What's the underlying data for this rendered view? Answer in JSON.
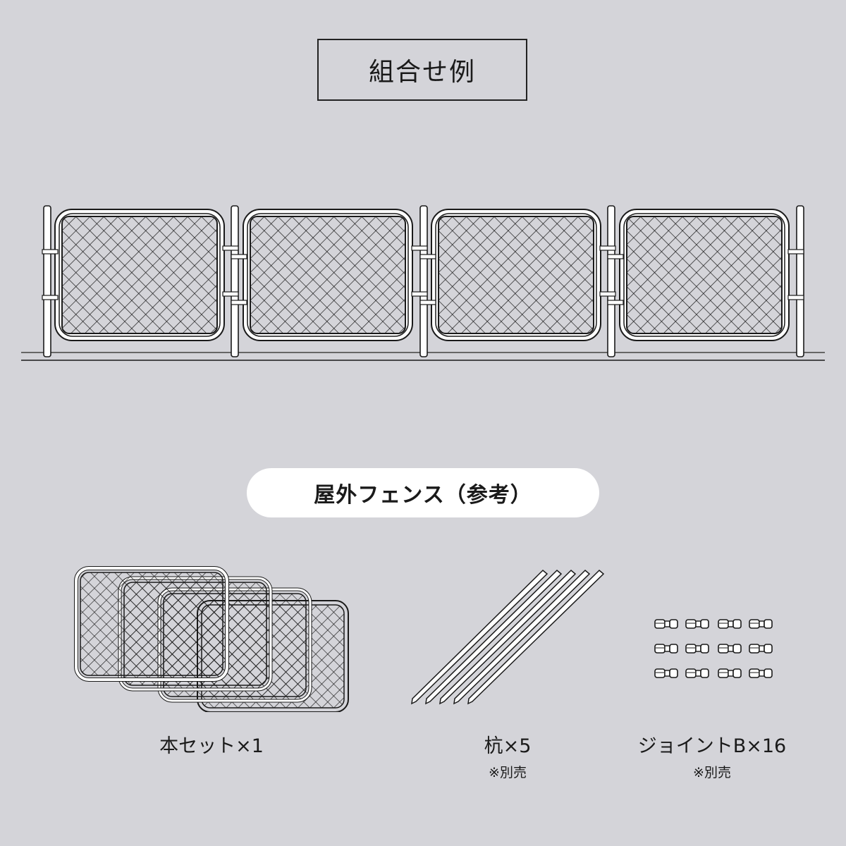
{
  "heading": {
    "title": "組合せ例"
  },
  "illustration": {
    "panels": 4,
    "posts": 5,
    "description": "fence-combination-example"
  },
  "section": {
    "label": "屋外フェンス（参考）"
  },
  "items": [
    {
      "name": "本セット×1",
      "note": ""
    },
    {
      "name": "杭×5",
      "note": "※別売"
    },
    {
      "name": "ジョイントB×16",
      "note": "※別売"
    }
  ],
  "colors": {
    "background": "#d4d4d9",
    "line": "#1a1a1a",
    "pill": "#ffffff"
  }
}
